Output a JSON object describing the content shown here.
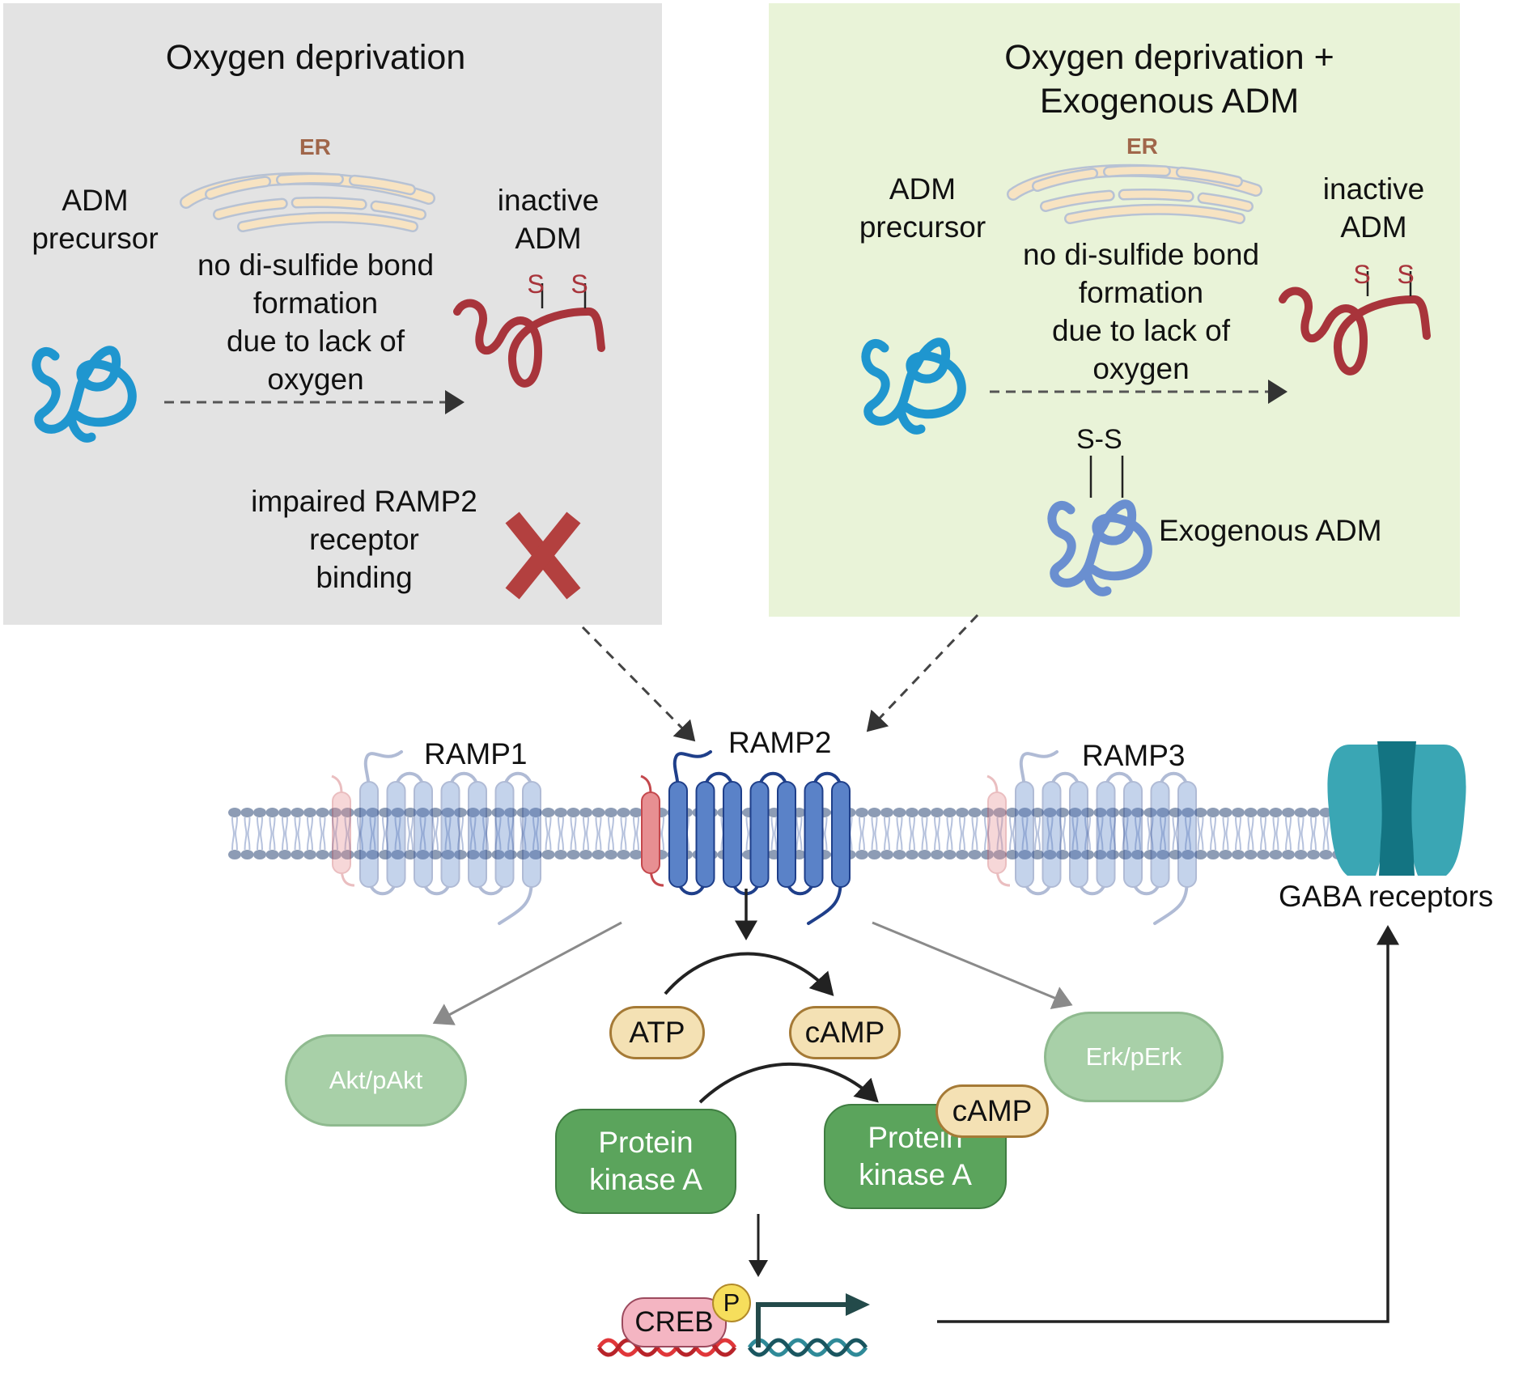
{
  "panels": {
    "left": {
      "title": "Oxygen deprivation",
      "er_label": "ER",
      "precursor_label_line1": "ADM",
      "precursor_label_line2": "precursor",
      "inactive_label_line1": "inactive",
      "inactive_label_line2": "ADM",
      "sulfur_1": "S",
      "sulfur_2": "S",
      "process_text_line1": "no di-sulfide bond",
      "process_text_line2": "formation",
      "process_text_line3": "due to lack of",
      "process_text_line4": "oxygen",
      "impaired_line1": "impaired RAMP2",
      "impaired_line2": "receptor",
      "impaired_line3": "binding",
      "cross_icon": "x-mark"
    },
    "right": {
      "title_line1": "Oxygen deprivation +",
      "title_line2": "Exogenous ADM",
      "er_label": "ER",
      "precursor_label_line1": "ADM",
      "precursor_label_line2": "precursor",
      "inactive_label_line1": "inactive",
      "inactive_label_line2": "ADM",
      "sulfur_1": "S",
      "sulfur_2": "S",
      "process_text_line1": "no di-sulfide bond",
      "process_text_line2": "formation",
      "process_text_line3": "due to lack of",
      "process_text_line4": "oxygen",
      "disulfide_label": "S-S",
      "exogenous_label": "Exogenous ADM"
    }
  },
  "membrane": {
    "receptors": [
      {
        "label": "RAMP1",
        "state": "faded"
      },
      {
        "label": "RAMP2",
        "state": "active"
      },
      {
        "label": "RAMP3",
        "state": "faded"
      }
    ],
    "gaba_label": "GABA receptors"
  },
  "pathway": {
    "akt": "Akt/pAkt",
    "erk": "Erk/pErk",
    "atp": "ATP",
    "camp": "cAMP",
    "pka_left_line1": "Protein",
    "pka_left_line2": "kinase A",
    "pka_right_line1": "Protein",
    "pka_right_line2": "kinase A",
    "pka_camp_badge": "cAMP",
    "creb": "CREB",
    "phospho": "P"
  },
  "colors": {
    "left_panel_bg": "#e3e3e3",
    "right_panel_bg": "#e9f3d8",
    "precursor_blue": "#1f96cf",
    "inactive_red": "#a8343b",
    "exogenous_blue": "#6a8fd0",
    "ramp2_blue": "#5a82c8",
    "ramp_pink": "#e78f92",
    "pka_green": "#5ba45c",
    "side_green": "#a8d0a8",
    "tan": "#f4e1b4",
    "gaba_teal": "#3aa6b4",
    "cross_red": "#b3403f"
  }
}
